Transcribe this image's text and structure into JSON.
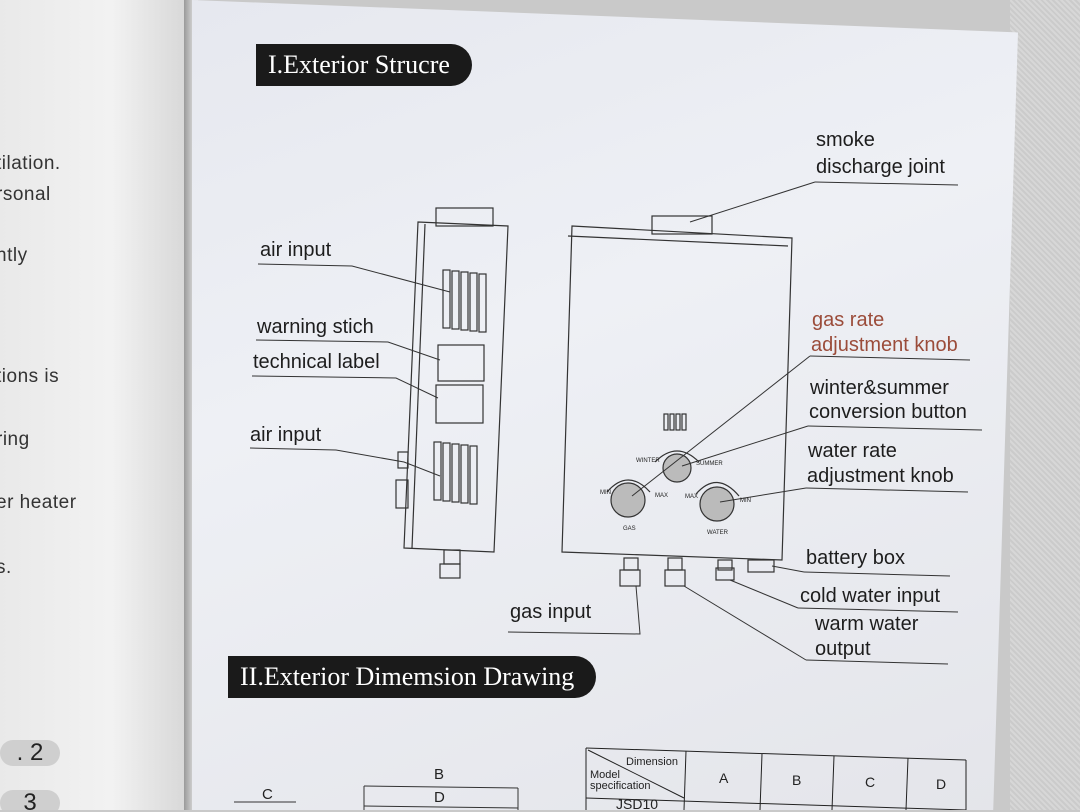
{
  "left_page": {
    "lines": [
      "tilation.",
      "rsonal",
      "htly",
      "tions is",
      "ring",
      "er heater",
      "s."
    ],
    "page_numbers": [
      ". 2",
      "3"
    ]
  },
  "sections": {
    "exterior_structure_title": "I.Exterior Strucre",
    "dimension_drawing_title": "II.Exterior Dimemsion Drawing"
  },
  "labels": {
    "smoke_line1": "smoke",
    "smoke_line2": "discharge joint",
    "air_input_top": "air input",
    "warning_stich": "warning stich",
    "technical_label": "technical label",
    "air_input_bottom": "air input",
    "gas_rate_line1": "gas rate",
    "gas_rate_line2": "adjustment knob",
    "winter_line1": "winter&summer",
    "winter_line2": "conversion button",
    "water_rate_line1": "water  rate",
    "water_rate_line2": "adjustment knob",
    "battery_box": "battery box",
    "cold_water_input": "cold  water input",
    "warm_line1": "warm  water",
    "warm_line2": "output",
    "gas_input": "gas input"
  },
  "knob_labels": {
    "winter": "WINTER",
    "summer": "SUMMER",
    "min_left": "MIN",
    "max_left": "MAX",
    "max_right": "MAX",
    "min_right": "MIN",
    "gas": "GAS",
    "water": "WATER"
  },
  "dimension_table": {
    "header_dimension": "Dimension",
    "header_model": "Model",
    "header_spec": "specification",
    "columns": [
      "A",
      "B",
      "C",
      "D"
    ],
    "first_row_model": "JSD10"
  },
  "dimension_drawing_labels": {
    "c": "C",
    "b": "B",
    "d": "D"
  },
  "colors": {
    "accent_red_label": "#9b4c3a",
    "pill_background": "#1a1a1a"
  }
}
